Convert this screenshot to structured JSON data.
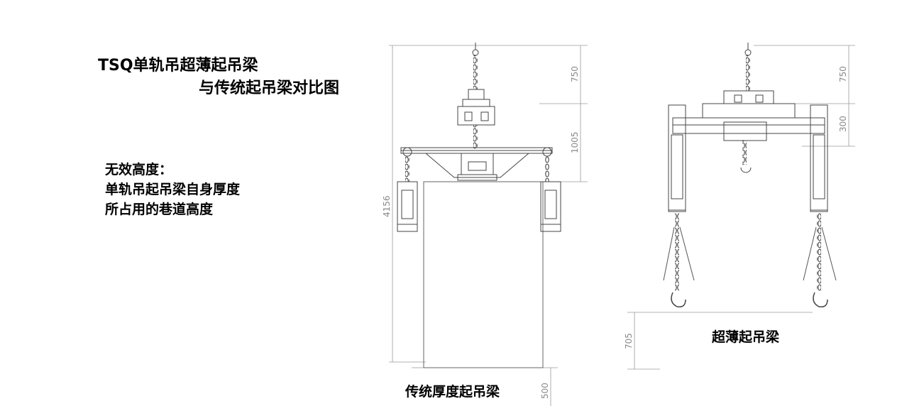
{
  "title": {
    "line1": "TSQ单轨吊超薄起吊梁",
    "line2": "与传统起吊梁对比图"
  },
  "note": {
    "line1": "无效高度：",
    "line2": "单轨吊起吊梁自身厚度",
    "line3": "所占用的巷道高度"
  },
  "captions": {
    "traditional": "传统厚度起吊梁",
    "ultra_thin": "超薄起吊梁"
  },
  "dimensions": {
    "traditional": {
      "top": "750",
      "middle": "1005",
      "total": "4156",
      "bottom": "500"
    },
    "ultra_thin": {
      "top": "750",
      "middle": "300",
      "bottom": "705"
    }
  },
  "colors": {
    "line": "#444444",
    "dim_line": "#9a9a9a",
    "text": "#000000"
  }
}
